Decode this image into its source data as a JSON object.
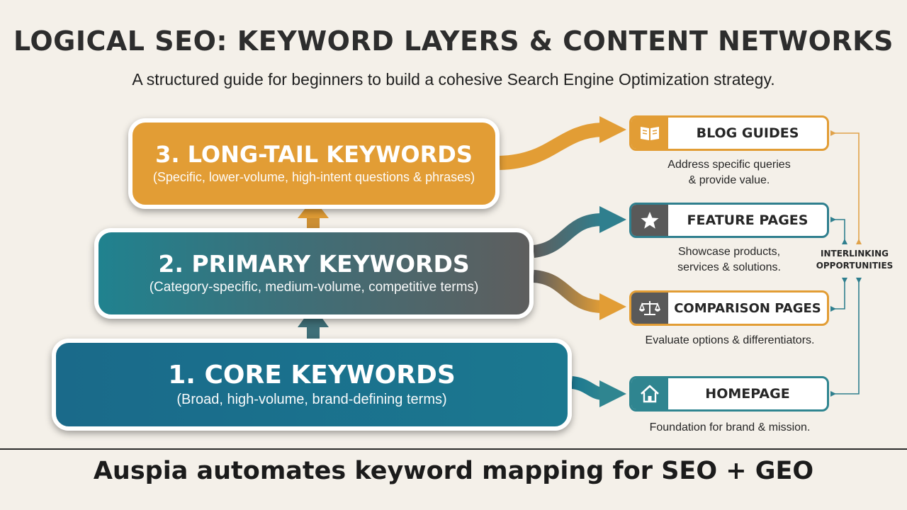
{
  "title": "LOGICAL SEO: KEYWORD LAYERS & CONTENT NETWORKS",
  "subtitle": "A structured guide for beginners to build a cohesive Search Engine Optimization strategy.",
  "layers": [
    {
      "title": "3. LONG-TAIL KEYWORDS",
      "subtitle": "(Specific, lower-volume, high-intent questions & phrases)",
      "color": "#e29d35"
    },
    {
      "title": "2. PRIMARY KEYWORDS",
      "subtitle": "(Category-specific, medium-volume, competitive terms)",
      "color": "#3e6f78"
    },
    {
      "title": "1. CORE KEYWORDS",
      "subtitle": "(Broad, high-volume, brand-defining terms)",
      "color": "#1a6a8a"
    }
  ],
  "cards": [
    {
      "label": "BLOG GUIDES",
      "icon": "book-icon",
      "description_lines": [
        "Address specific queries",
        "& provide value."
      ]
    },
    {
      "label": "FEATURE PAGES",
      "icon": "star-icon",
      "description_lines": [
        "Showcase products,",
        "services & solutions."
      ]
    },
    {
      "label": "COMPARISON PAGES",
      "icon": "scale-icon",
      "description_lines": [
        "Evaluate options & differentiators."
      ]
    },
    {
      "label": "HOMEPAGE",
      "icon": "home-icon",
      "description_lines": [
        "Foundation for brand & mission."
      ]
    }
  ],
  "interlinking_lines": [
    "INTERLINKING",
    "OPPORTUNITIES"
  ],
  "footer": "Auspia automates keyword mapping for SEO + GEO",
  "colors": {
    "orange": "#e29d35",
    "teal": "#2f8590",
    "gray": "#595959",
    "background": "#f4f0e9"
  }
}
